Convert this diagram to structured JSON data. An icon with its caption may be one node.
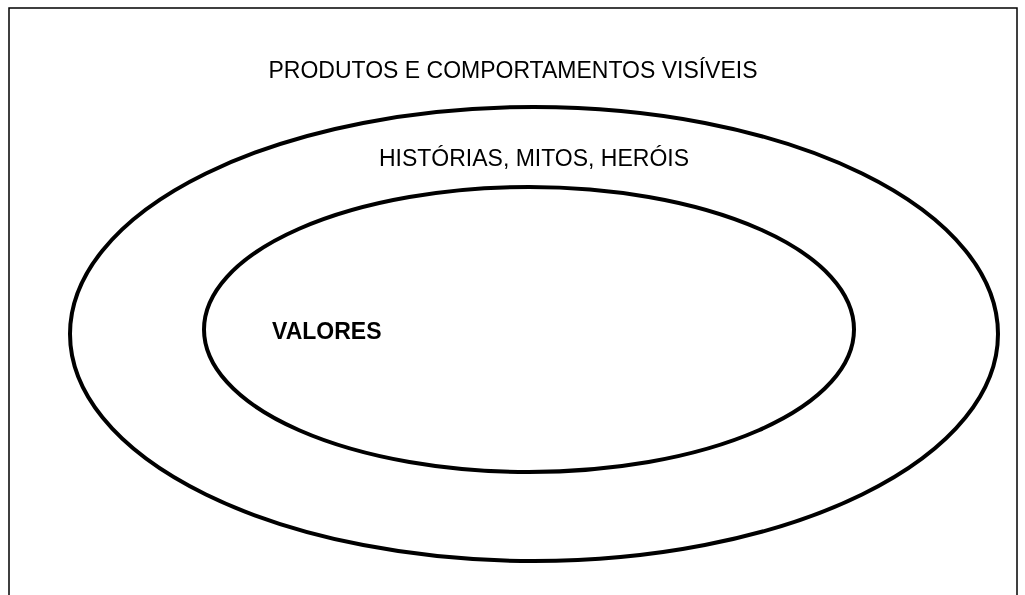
{
  "diagram": {
    "nodes": [
      {
        "text": [
          "PRODUTOS E COMPORTAMENTOS VISÍVEIS"
        ]
      },
      {
        "text": [
          "HISTÓRIAS, MITOS, HERÓIS"
        ],
        "in": 0
      },
      {
        "text": [
          "VALORES"
        ],
        "in": 1
      }
    ]
  }
}
